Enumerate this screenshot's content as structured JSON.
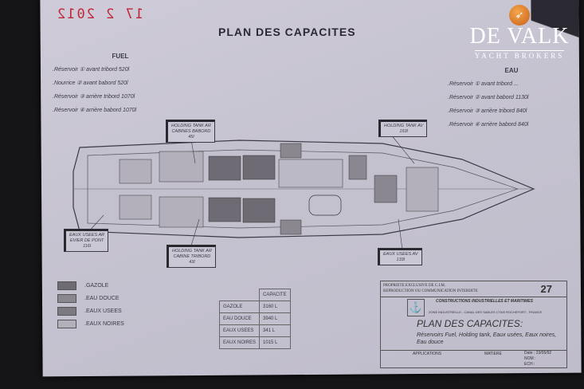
{
  "stamp_date": "17 2 2012",
  "title": "PLAN DES CAPACITES",
  "fuel": {
    "heading": "FUEL",
    "items": [
      ".Réservoir ① avant tribord 520l",
      ".Nourrice ② avant babord 520l",
      ".Réservoir ③ arrière tribord 1070l",
      ".Réservoir ④ arrière babord 1070l"
    ]
  },
  "eau": {
    "heading": "EAU",
    "items": [
      ".Réservoir ① avant tribord ...",
      ".Réservoir ② avant babord 1130l",
      ".Réservoir ③ arrière tribord 840l",
      ".Réservoir ④ arrière babord 840l"
    ]
  },
  "watermark": {
    "name": "DE VALK",
    "sub": "YACHT BROKERS",
    "accent": "#e08a2e"
  },
  "tags": {
    "holding_ar_babord": [
      "HOLDING TANK AR",
      "CABINES BABORD",
      "45l"
    ],
    "holding_av": [
      "HOLDING TANK AV",
      "153l"
    ],
    "eaux_usees_ar": [
      "EAUX USEES AR",
      "EVIER DE PONT",
      "116l"
    ],
    "holding_ar_tribord": [
      "HOLDING TANK AR",
      "CABINE TRIBORD",
      "43l"
    ],
    "eaux_usees_av": [
      "EAUX USEES AV",
      "133l"
    ]
  },
  "legend": [
    {
      "label": ".GAZOLE",
      "color": "#6e6b74"
    },
    {
      "label": ".EAU DOUCE",
      "color": "#8a8790"
    },
    {
      "label": ".EAUX USEES",
      "color": "#7c7982"
    },
    {
      "label": ".EAUX NOIRES",
      "color": "#b3b0bb"
    }
  ],
  "capacity_table": {
    "header": "CAPACITE",
    "rows": [
      [
        "GAZOLE",
        "3160 L"
      ],
      [
        "EAU DOUCE",
        "3940 L"
      ],
      [
        "EAUX USEES",
        "341 L"
      ],
      [
        "EAUX NOIRES",
        "1015 L"
      ]
    ]
  },
  "title_block": {
    "owner": "PROPRIETE EXCLUSIVE DE C.I.M.",
    "repro": "REPRODUCTION OU COMMUNICATION INTERDITE",
    "number": "27",
    "company": "CONSTRUCTIONS INDUSTRIELLES ET MARITIMES",
    "address": "ZONE INDUSTRIELLE - CANAL DES SABLES 17300 ROCHEFORT - FRANCE",
    "plan_title": "PLAN DES CAPACITES:",
    "plan_sub": "Réservoirs Fuel, Holding tank, Eaux usées, Eaux noires, Eau douce",
    "applications": "APPLICATIONS",
    "matiere": "MATIERE",
    "date": "Date : 23/05/92",
    "nom": "NOM :",
    "ech": "ECH :"
  }
}
